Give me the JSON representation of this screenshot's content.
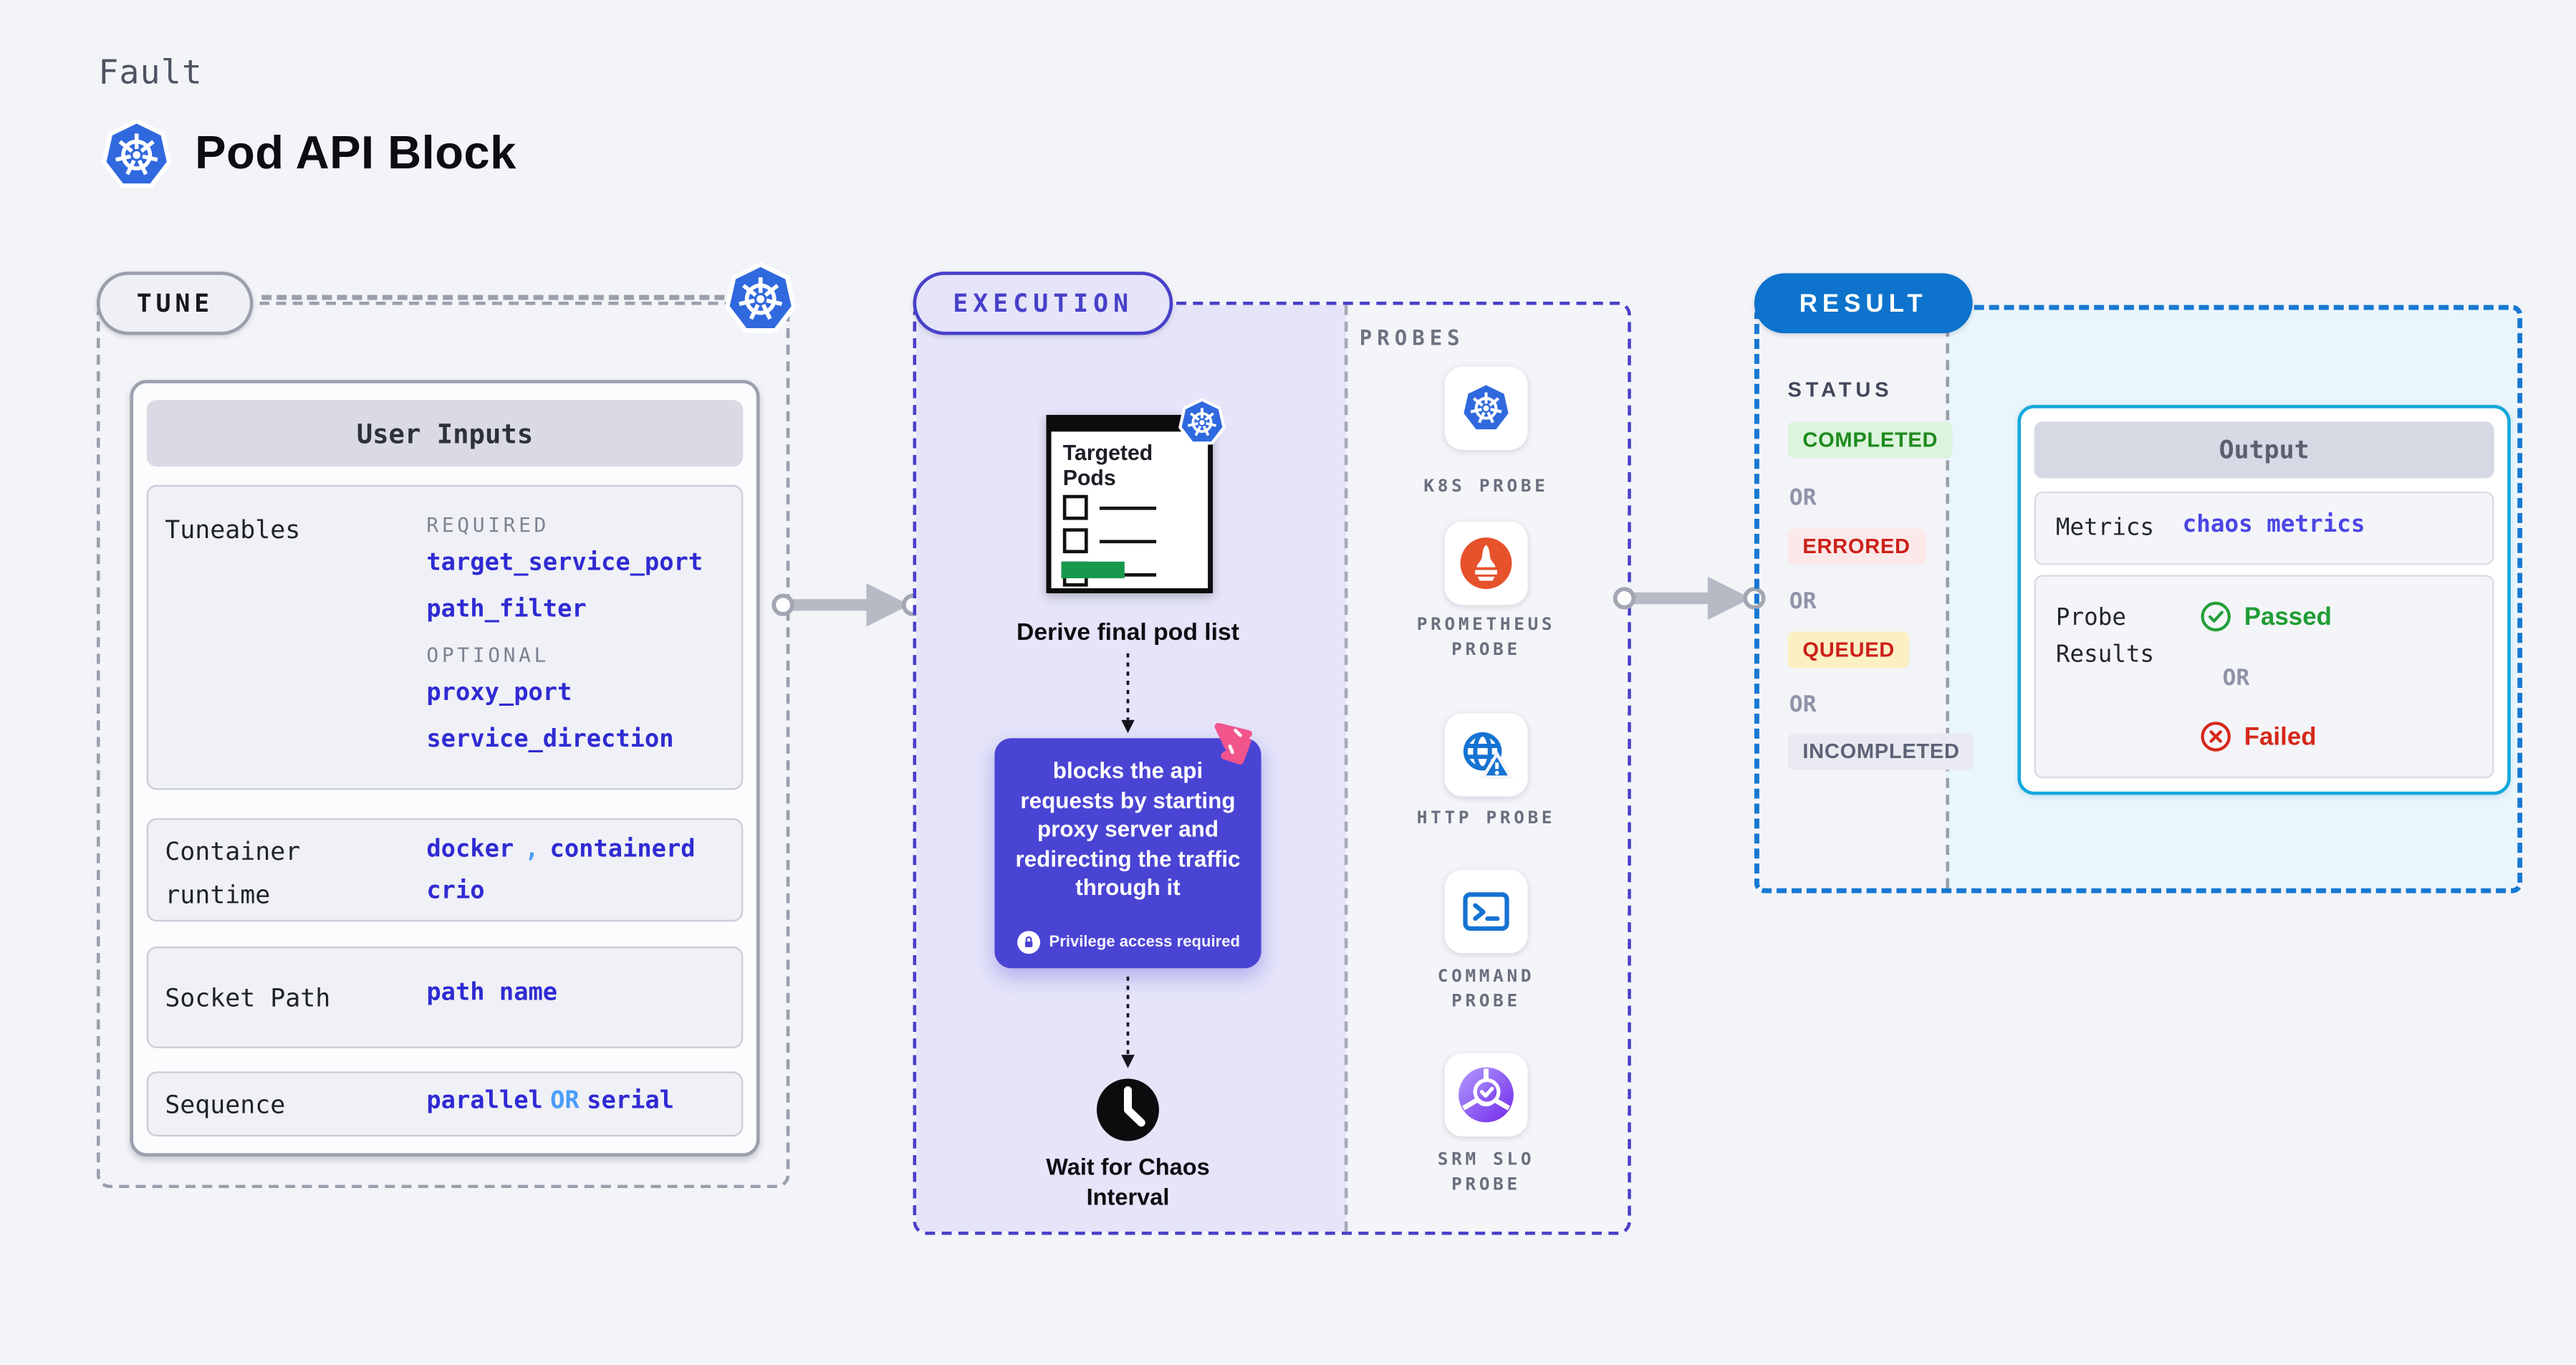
{
  "header": {
    "eyebrow": "Fault",
    "title": "Pod API Block"
  },
  "tune": {
    "badge": "TUNE",
    "panel_title": "User Inputs",
    "tuneables": {
      "label": "Tuneables",
      "required_heading": "REQUIRED",
      "required": [
        "target_service_port",
        "path_filter"
      ],
      "optional_heading": "OPTIONAL",
      "optional": [
        "proxy_port",
        "service_direction"
      ]
    },
    "container_runtime": {
      "label": "Container runtime",
      "value1": "docker",
      "separator": ",",
      "value2": "containerd",
      "value3": "crio"
    },
    "socket_path": {
      "label": "Socket Path",
      "value": "path name"
    },
    "sequence": {
      "label": "Sequence",
      "value1": "parallel",
      "operator": "OR",
      "value2": "serial"
    }
  },
  "execution": {
    "badge": "EXECUTION",
    "targeted_pods_title": "Targeted Pods",
    "derive_step": "Derive final pod list",
    "action_text": "blocks the api requests by starting proxy server and redirecting the traffic through it",
    "privilege_note": "Privilege access required",
    "wait_step": "Wait for Chaos Interval"
  },
  "probes": {
    "label": "PROBES",
    "items": [
      {
        "name": "K8S PROBE",
        "icon": "kubernetes-icon"
      },
      {
        "name": "PROMETHEUS PROBE",
        "icon": "prometheus-icon"
      },
      {
        "name": "HTTP PROBE",
        "icon": "http-globe-icon"
      },
      {
        "name": "COMMAND PROBE",
        "icon": "terminal-icon"
      },
      {
        "name": "SRM SLO PROBE",
        "icon": "slo-donut-icon"
      }
    ]
  },
  "result": {
    "badge": "RESULT",
    "status_label": "STATUS",
    "or_label": "OR",
    "statuses": [
      {
        "label": "COMPLETED",
        "color": "green"
      },
      {
        "label": "ERRORED",
        "color": "red"
      },
      {
        "label": "QUEUED",
        "color": "yellow"
      },
      {
        "label": "INCOMPLETED",
        "color": "grey"
      }
    ],
    "output": {
      "title": "Output",
      "metrics_label": "Metrics",
      "metrics_value": "chaos metrics",
      "probe_results_label": "Probe Results",
      "passed_label": "Passed",
      "failed_label": "Failed"
    }
  },
  "colors": {
    "page_bg": "#f3f4f8",
    "indigo": "#4840c9",
    "lavender": "#e5e4f9",
    "purple_action": "#4a44d4",
    "k8s_blue": "#3069de",
    "result_blue": "#0d73cc",
    "result_border": "#1778d2",
    "cyan_border": "#14a8dc",
    "cyan_fill": "#e9f6fc",
    "code_blue": "#2f2bd3",
    "light_blue": "#4a9df8",
    "green_text": "#1d8a1d",
    "green_bg": "#dcf3dc",
    "red_text": "#cc201a",
    "red_bg": "#fbe9e9",
    "yellow_bg": "#faf0c4",
    "grey_badge_bg": "#e9eaf1",
    "grey_badge_text": "#5c6377",
    "pink": "#f2548c",
    "prometheus_orange": "#e6522c",
    "passed_green": "#1f9d34",
    "failed_red": "#d6281b"
  }
}
